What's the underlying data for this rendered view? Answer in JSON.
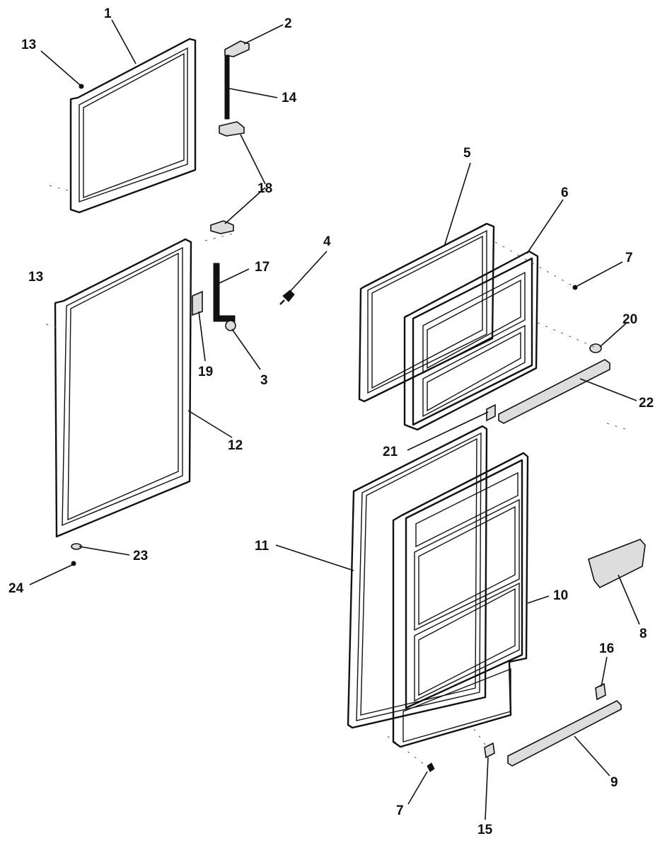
{
  "diagram": {
    "callouts": {
      "c1": "1",
      "c2": "2",
      "c3": "3",
      "c4": "4",
      "c5": "5",
      "c6": "6",
      "c7a": "7",
      "c7b": "7",
      "c8": "8",
      "c9": "9",
      "c10": "10",
      "c11": "11",
      "c12": "12",
      "c13a": "13",
      "c13b": "13",
      "c14": "14",
      "c15": "15",
      "c16": "16",
      "c17": "17",
      "c18": "18",
      "c19": "19",
      "c20": "20",
      "c21": "21",
      "c22": "22",
      "c23": "23",
      "c24": "24"
    }
  }
}
